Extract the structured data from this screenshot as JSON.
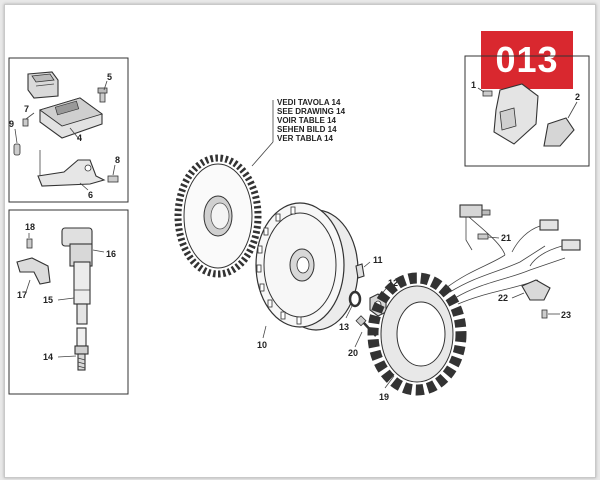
{
  "page_code": "013",
  "reference_note": [
    "VEDI TAVOLA 14",
    "SEE DRAWING 14",
    "VOIR TABLE 14",
    "SEHEN BILD 14",
    "VER TABLA 14"
  ],
  "colors": {
    "badge": "#d9282f",
    "background": "#e9e9e9"
  },
  "callouts": {
    "c1": "1",
    "c2": "2",
    "c4": "4",
    "c5": "5",
    "c6": "6",
    "c7": "7",
    "c8": "8",
    "c9": "9",
    "c10": "10",
    "c11": "11",
    "c12": "12",
    "c13": "13",
    "c14": "14",
    "c15": "15",
    "c16": "16",
    "c17": "17",
    "c18": "18",
    "c19": "19",
    "c20": "20",
    "c21": "21",
    "c22": "22",
    "c23": "23"
  }
}
